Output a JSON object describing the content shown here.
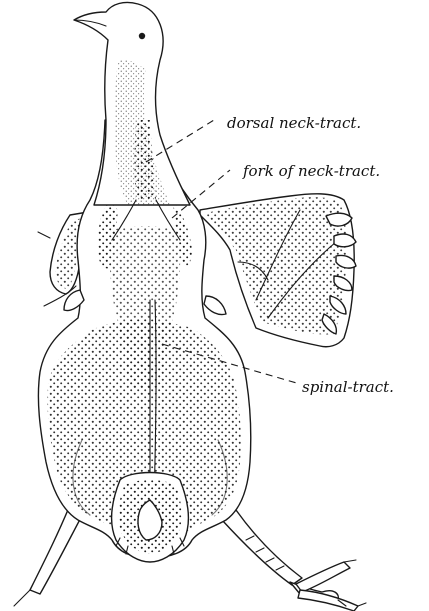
{
  "labels": {
    "dorsal": "dorsal neck-tract.",
    "fork": "fork of neck-tract.",
    "spinal": "spinal-tract."
  },
  "colors": {
    "ink": "#1a1a1a",
    "paper": "#ffffff"
  }
}
